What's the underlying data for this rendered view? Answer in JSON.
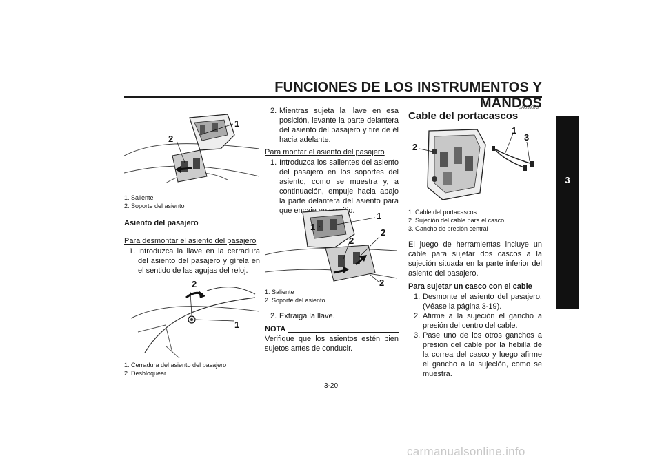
{
  "header": {
    "title": "FUNCIONES DE LOS INSTRUMENTOS Y MANDOS"
  },
  "chapter_tab": "3",
  "col1": {
    "fig1": {
      "labels": [
        "1",
        "2"
      ],
      "captions": [
        "1.  Saliente",
        "2.  Soporte del asiento"
      ]
    },
    "heading": "Asiento del pasajero",
    "subheading": "Para desmontar el asiento del pasajero",
    "step1": {
      "num": "1.",
      "text": "Introduzca la llave en la cerradura del asiento del pasajero y gírela en el sentido de las agujas del reloj."
    },
    "fig2": {
      "labels": [
        "2",
        "1"
      ],
      "captions": [
        "1.  Cerradura del asiento del pasajero",
        "2.  Desbloquear."
      ]
    }
  },
  "col2": {
    "step2": {
      "num": "2.",
      "text": "Mientras sujeta la llave en esa posición, levante la parte delantera del asiento del pasajero y tire de él hacia adelante."
    },
    "subheading": "Para montar el asiento del pasajero",
    "step1": {
      "num": "1.",
      "text": "Introduzca los salientes del asiento del pasajero en los soportes del asiento, como se muestra y, a continuación, empuje hacia abajo la parte delantera del asiento para que encaje en su sitio."
    },
    "fig3": {
      "labels": [
        "1",
        "1",
        "2",
        "2",
        "2"
      ],
      "captions": [
        "1.  Saliente",
        "2.  Soporte del asiento"
      ]
    },
    "step2b": {
      "num": "2.",
      "text": "Extraiga la llave."
    },
    "nota": {
      "label": "NOTA",
      "text": "Verifique que los asientos estén bien sujetos antes de conducir."
    }
  },
  "col3": {
    "code": "SAU39073",
    "heading": "Cable del portacascos",
    "fig4": {
      "labels": [
        "2",
        "1",
        "3"
      ],
      "captions": [
        "1.  Cable del portacascos",
        "2.  Sujeción del cable para el casco",
        "3.  Gancho de presión central"
      ]
    },
    "intro": "El juego de herramientas incluye un cable para sujetar dos cascos a la sujeción situada en la parte inferior del asiento del pasajero.",
    "subheading": "Para sujetar un casco con el cable",
    "steps": [
      {
        "num": "1.",
        "text": "Desmonte el asiento del pasajero. (Véase la página 3-19)."
      },
      {
        "num": "2.",
        "text": "Afirme a la sujeción el gancho a presión del centro del cable."
      },
      {
        "num": "3.",
        "text": "Pase uno de los otros ganchos a presión del cable por la hebilla de la correa del casco y luego afirme el gancho a la sujeción, como se muestra."
      }
    ]
  },
  "page_number": "3-20",
  "watermark": "carmanualsonline.info"
}
